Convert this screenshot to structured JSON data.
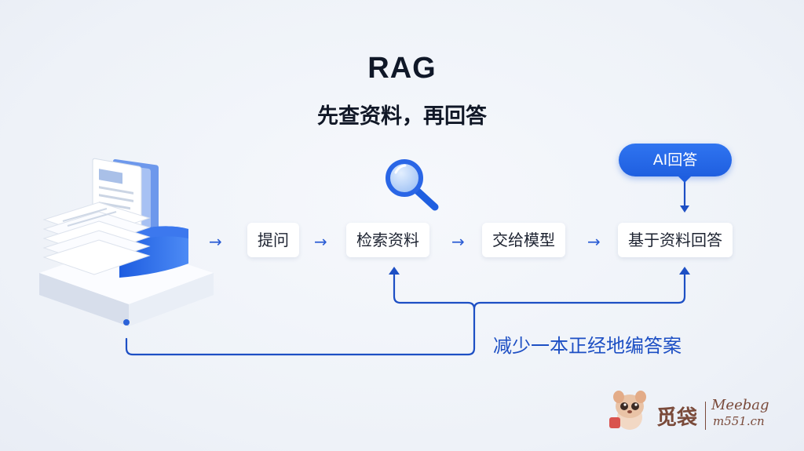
{
  "header": {
    "title": "RAG",
    "subtitle": "先查资料，再回答"
  },
  "flow": {
    "steps": [
      "提问",
      "检索资料",
      "交给模型",
      "基于资料回答"
    ],
    "arrow_glyph": "→",
    "badge": "AI回答",
    "note": "减少一本正经地编答案"
  },
  "watermark": {
    "brand_cn": "觅袋",
    "brand_en": "Meebag",
    "site": "m551.cn"
  },
  "colors": {
    "accent": "#1f5fe0",
    "line": "#1d4fc4",
    "text": "#1c2230"
  },
  "icons": [
    "document-stack-icon",
    "magnifier-icon",
    "mascot-icon"
  ]
}
